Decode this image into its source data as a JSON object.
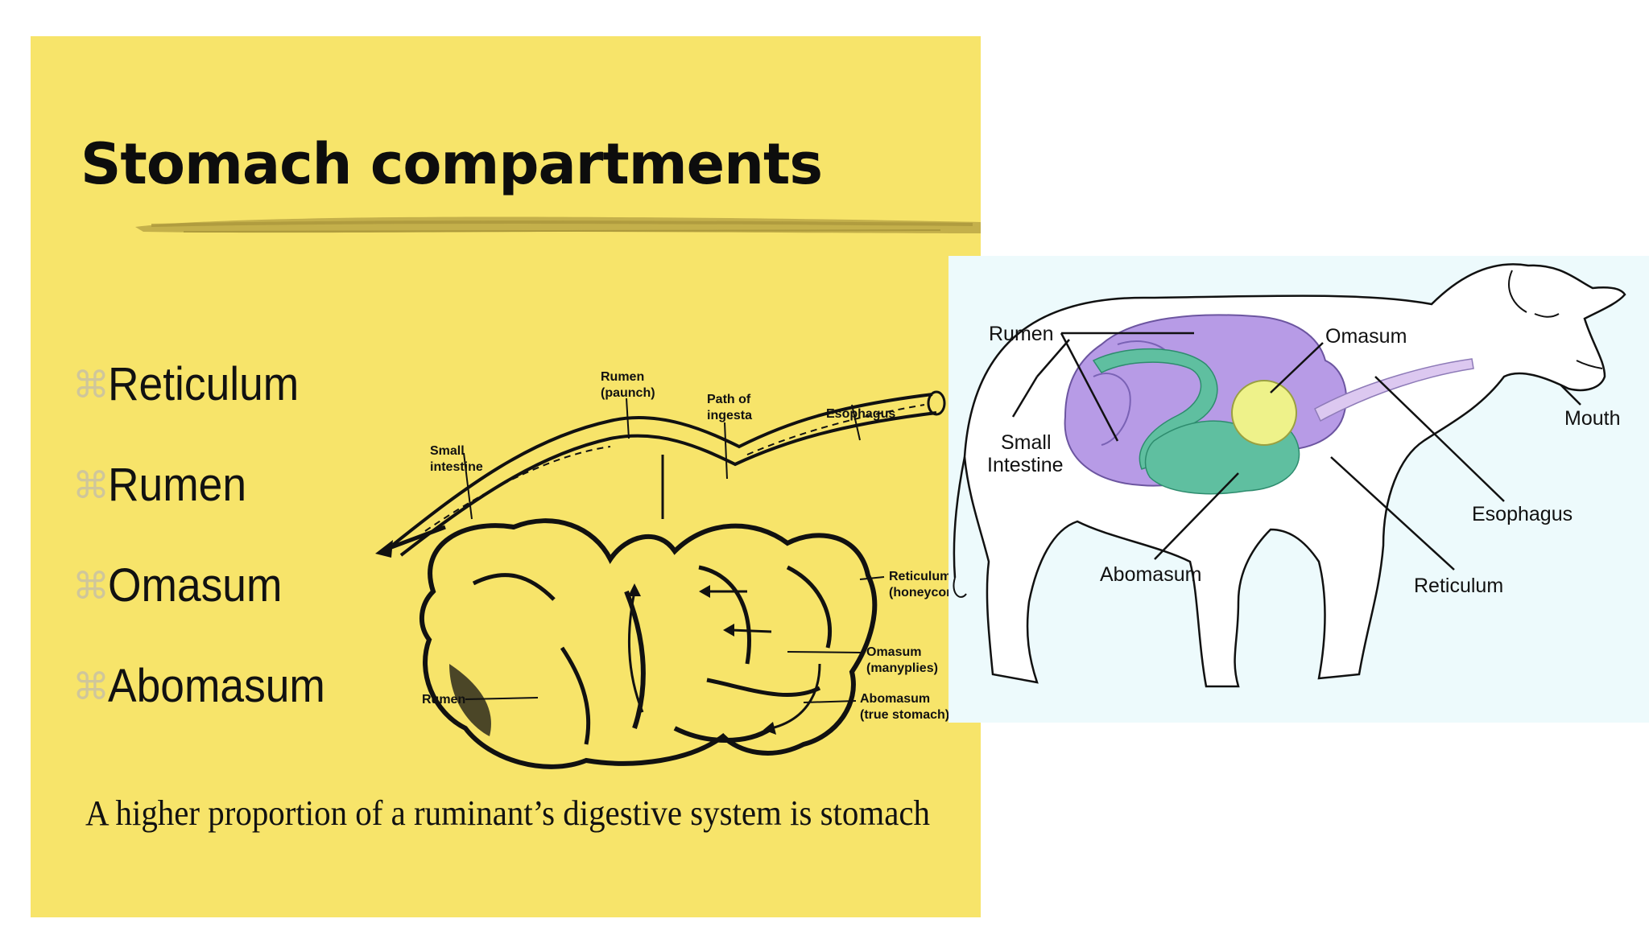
{
  "slide": {
    "title": "Stomach compartments",
    "bullet_marker": "⌘",
    "bullets": [
      "Reticulum",
      "Rumen",
      "Omasum",
      "Abomasum"
    ],
    "caption": "A higher proportion of a ruminant’s digestive system is stomach",
    "background_color": "#f7e46a"
  },
  "stomach_diagram": {
    "labels": {
      "rumen_paunch": [
        "Rumen",
        "(paunch)"
      ],
      "path_of_ingesta": [
        "Path of",
        "ingesta"
      ],
      "esophagus": "Esophagus",
      "small_intestine": [
        "Small",
        "intestine"
      ],
      "reticulum": [
        "Reticulum",
        "(honeycomb)"
      ],
      "omasum": [
        "Omasum",
        "(manyplies)"
      ],
      "abomasum": [
        "Abomasum",
        "(true stomach)"
      ],
      "rumen": "Rumen"
    }
  },
  "cow_diagram": {
    "background_color": "#edfafc",
    "labels": {
      "rumen": "Rumen",
      "omasum": "Omasum",
      "small_intestine": [
        "Small",
        "Intestine"
      ],
      "mouth": "Mouth",
      "esophagus": "Esophagus",
      "abomasum": "Abomasum",
      "reticulum": "Reticulum"
    },
    "colors": {
      "rumen": "#b79be6",
      "omasum": "#eef28a",
      "abomasum": "#5fbfa0",
      "esophagus": "#dcc8f0"
    }
  }
}
